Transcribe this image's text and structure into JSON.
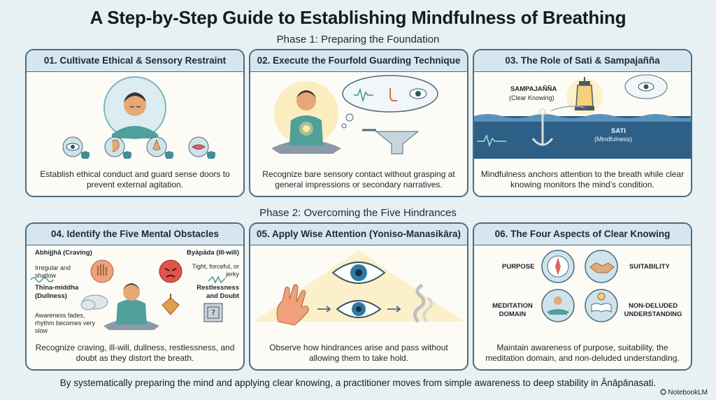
{
  "title": "A Step-by-Step Guide to Establishing Mindfulness of Breathing",
  "phases": [
    {
      "label": "Phase 1: Preparing the Foundation"
    },
    {
      "label": "Phase 2: Overcoming the Five Hindrances"
    }
  ],
  "cards": [
    {
      "heading": "01. Cultivate Ethical & Sensory Restraint",
      "description": "Establish ethical conduct and guard sense doors to prevent external agitation."
    },
    {
      "heading": "02. Execute the Fourfold Guarding Technique",
      "description": "Recognize bare sensory contact without grasping at general impressions or secondary narratives."
    },
    {
      "heading": "03. The Role of Sati & Sampajañña",
      "description": "Mindfulness anchors attention to the breath while clear knowing monitors the mind's condition.",
      "labels": {
        "sampajanna": "SAMPAJAÑÑA",
        "sampajanna_sub": "(Clear Knowing)",
        "sati": "SATI",
        "sati_sub": "(Mindfulness)"
      }
    },
    {
      "heading": "04. Identify the Five Mental Obstacles",
      "description": "Recognize craving, ill-will, dullness, restlessness, and doubt as they distort the breath.",
      "labels": {
        "abhijjha": "Abhijjhā (Craving)",
        "abhijjha_desc": "Irregular and shallow",
        "byapada": "Byāpāda (Ill-will)",
        "byapada_desc": "Tight, forceful, or jerky",
        "thina": "Thīna-middha (Dullness)",
        "thina_desc": "Awareness fades, rhythm becomes very slow",
        "restless": "Restlessness and Doubt"
      }
    },
    {
      "heading": "05. Apply Wise Attention (Yoniso-Manasikāra)",
      "description": "Observe how hindrances arise and pass without allowing them to take hold."
    },
    {
      "heading": "06. The Four Aspects of Clear Knowing",
      "description": "Maintain awareness of purpose, suitability, the meditation domain, and non-deluded understanding.",
      "labels": {
        "purpose": "PURPOSE",
        "suitability": "SUITABILITY",
        "domain": "MEDITATION DOMAIN",
        "nondeluded": "NON-DELUDED UNDERSTANDING"
      }
    }
  ],
  "footer": "By systematically preparing the mind and applying clear knowing, a practitioner moves from simple awareness to deep stability in Ānāpānasati.",
  "brand": "NotebookLM",
  "colors": {
    "border": "#4c6b80",
    "header_bg": "#d6e6ef",
    "card_bg": "#fdfbf6",
    "page_bg": "#e7f0f2",
    "accent_teal": "#3f8f94",
    "skin": "#e5a877"
  }
}
